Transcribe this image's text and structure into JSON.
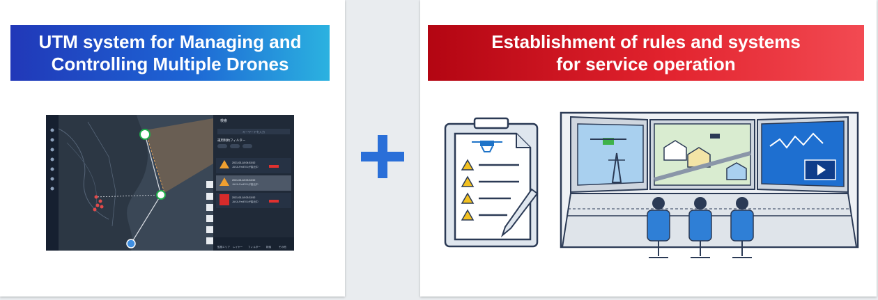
{
  "left_panel": {
    "title_line1": "UTM system for Managing and",
    "title_line2": "Controlling Multiple Drones"
  },
  "right_panel": {
    "title_line1": "Establishment of rules and systems",
    "title_line2": "for service operation"
  },
  "colors": {
    "left_banner": "#1f4fc9",
    "right_banner": "#d41822",
    "plus": "#2a6fd8"
  },
  "map_screenshot": {
    "search_label": "検索",
    "search_placeholder": "キーワードを入力",
    "filter_label": "運用制約フィルター",
    "alerts": [
      {
        "time": "2021-03-18 04:53:52",
        "id": "JAXA-FedEX1が接近中"
      },
      {
        "time": "2021-03-18 03:33:52",
        "id": "JAXA-FedEX1が接近中"
      },
      {
        "time": "2021-03-18 03:33:52",
        "id": "JAXA-FedEX1が接近中"
      }
    ],
    "bottom_tabs": [
      "監視エリア",
      "レイヤー",
      "フィルター",
      "検索",
      "その他"
    ]
  }
}
